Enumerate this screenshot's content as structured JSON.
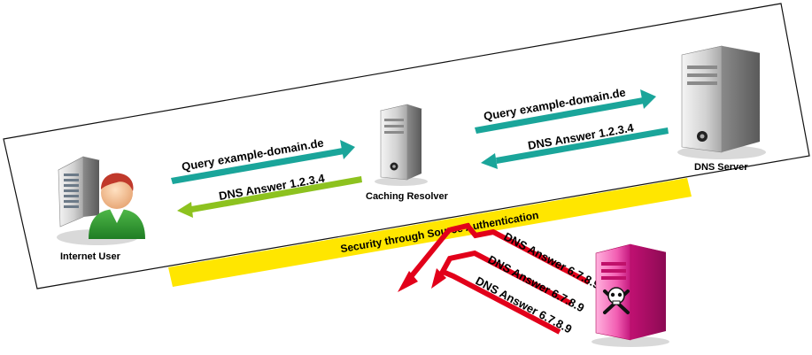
{
  "nodes": {
    "internet_user": "Internet User",
    "caching_resolver": "Caching Resolver",
    "dns_server": "DNS Server"
  },
  "messages": {
    "query_user_to_resolver": "Query example-domain.de",
    "answer_resolver_to_user": "DNS Answer 1.2.3.4",
    "query_resolver_to_server": "Query example-domain.de",
    "answer_server_to_resolver": "DNS Answer 1.2.3.4"
  },
  "security_band": "Security through Source Authentication",
  "attack_answers": [
    "DNS Answer 6.7.8.9",
    "DNS Answer 6.7.8.9",
    "DNS Answer 6.7.8.9"
  ],
  "colors": {
    "query_arrow": "#1aa59a",
    "answer_arrow_server": "#1aa59a",
    "answer_arrow_user": "#8dc21f",
    "security_band": "#ffe600",
    "attack_arrow": "#e2001a",
    "attacker_server": "#e0007a"
  }
}
